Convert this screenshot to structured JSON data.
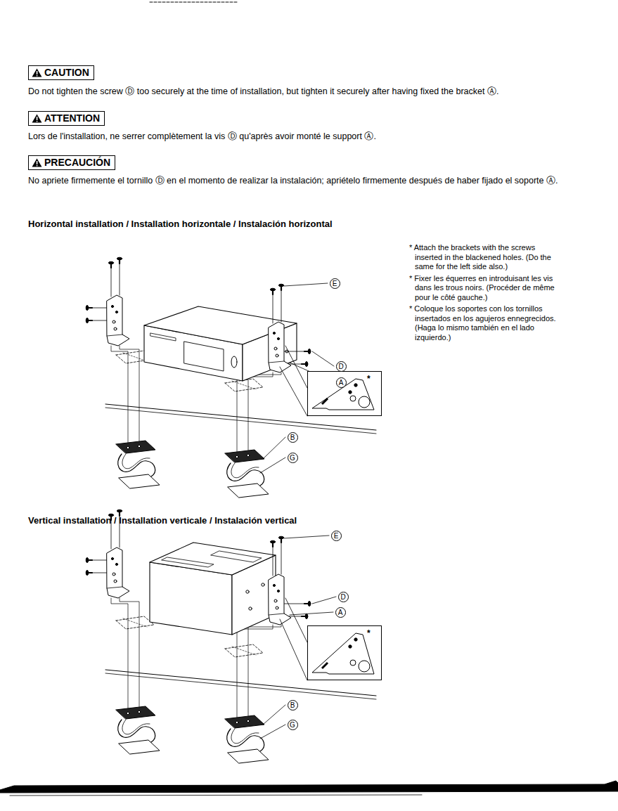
{
  "diagram": {
    "nodes": [
      {
        "text": [
          "CAUTION"
        ]
      },
      {
        "text": [
          "ATTENTION"
        ]
      },
      {
        "text": [
          "PRECAUCIÓN"
        ]
      },
      {
        "text": [
          "*"
        ]
      },
      {
        "text": [
          "*"
        ]
      }
    ],
    "labels": [
      "Do not tighten the screw Ⓓ too securely at the time of installation, but tighten it securely after having fixed the bracket Ⓐ.",
      "Lors de l'installation, ne serrer complètement la vis Ⓓ qu'après avoir monté le support Ⓐ.",
      "No apriete firmemente el tornillo Ⓓ en el momento de realizar la instalación; apriételo firmemente después de haber fijado el soporte Ⓐ.",
      "Horizontal installation / Installation horizontale / Instalación horizontal",
      "E",
      "D",
      "A",
      "B",
      "G",
      "* Attach the brackets with the screws inserted in the blackened holes. (Do the same for the left side also.)",
      "* Fixer les équerres en introduisant les vis dans les trous noirs. (Procéder de même pour le côté gauche.)",
      "* Coloque los soportes con los tornillos insertados en los agujeros ennegrecidos. (Haga lo mismo también en el lado izquierdo.)",
      "Vertical installation / Installation verticale / Instalación vertical",
      "E",
      "D",
      "A",
      "B",
      "G"
    ]
  }
}
